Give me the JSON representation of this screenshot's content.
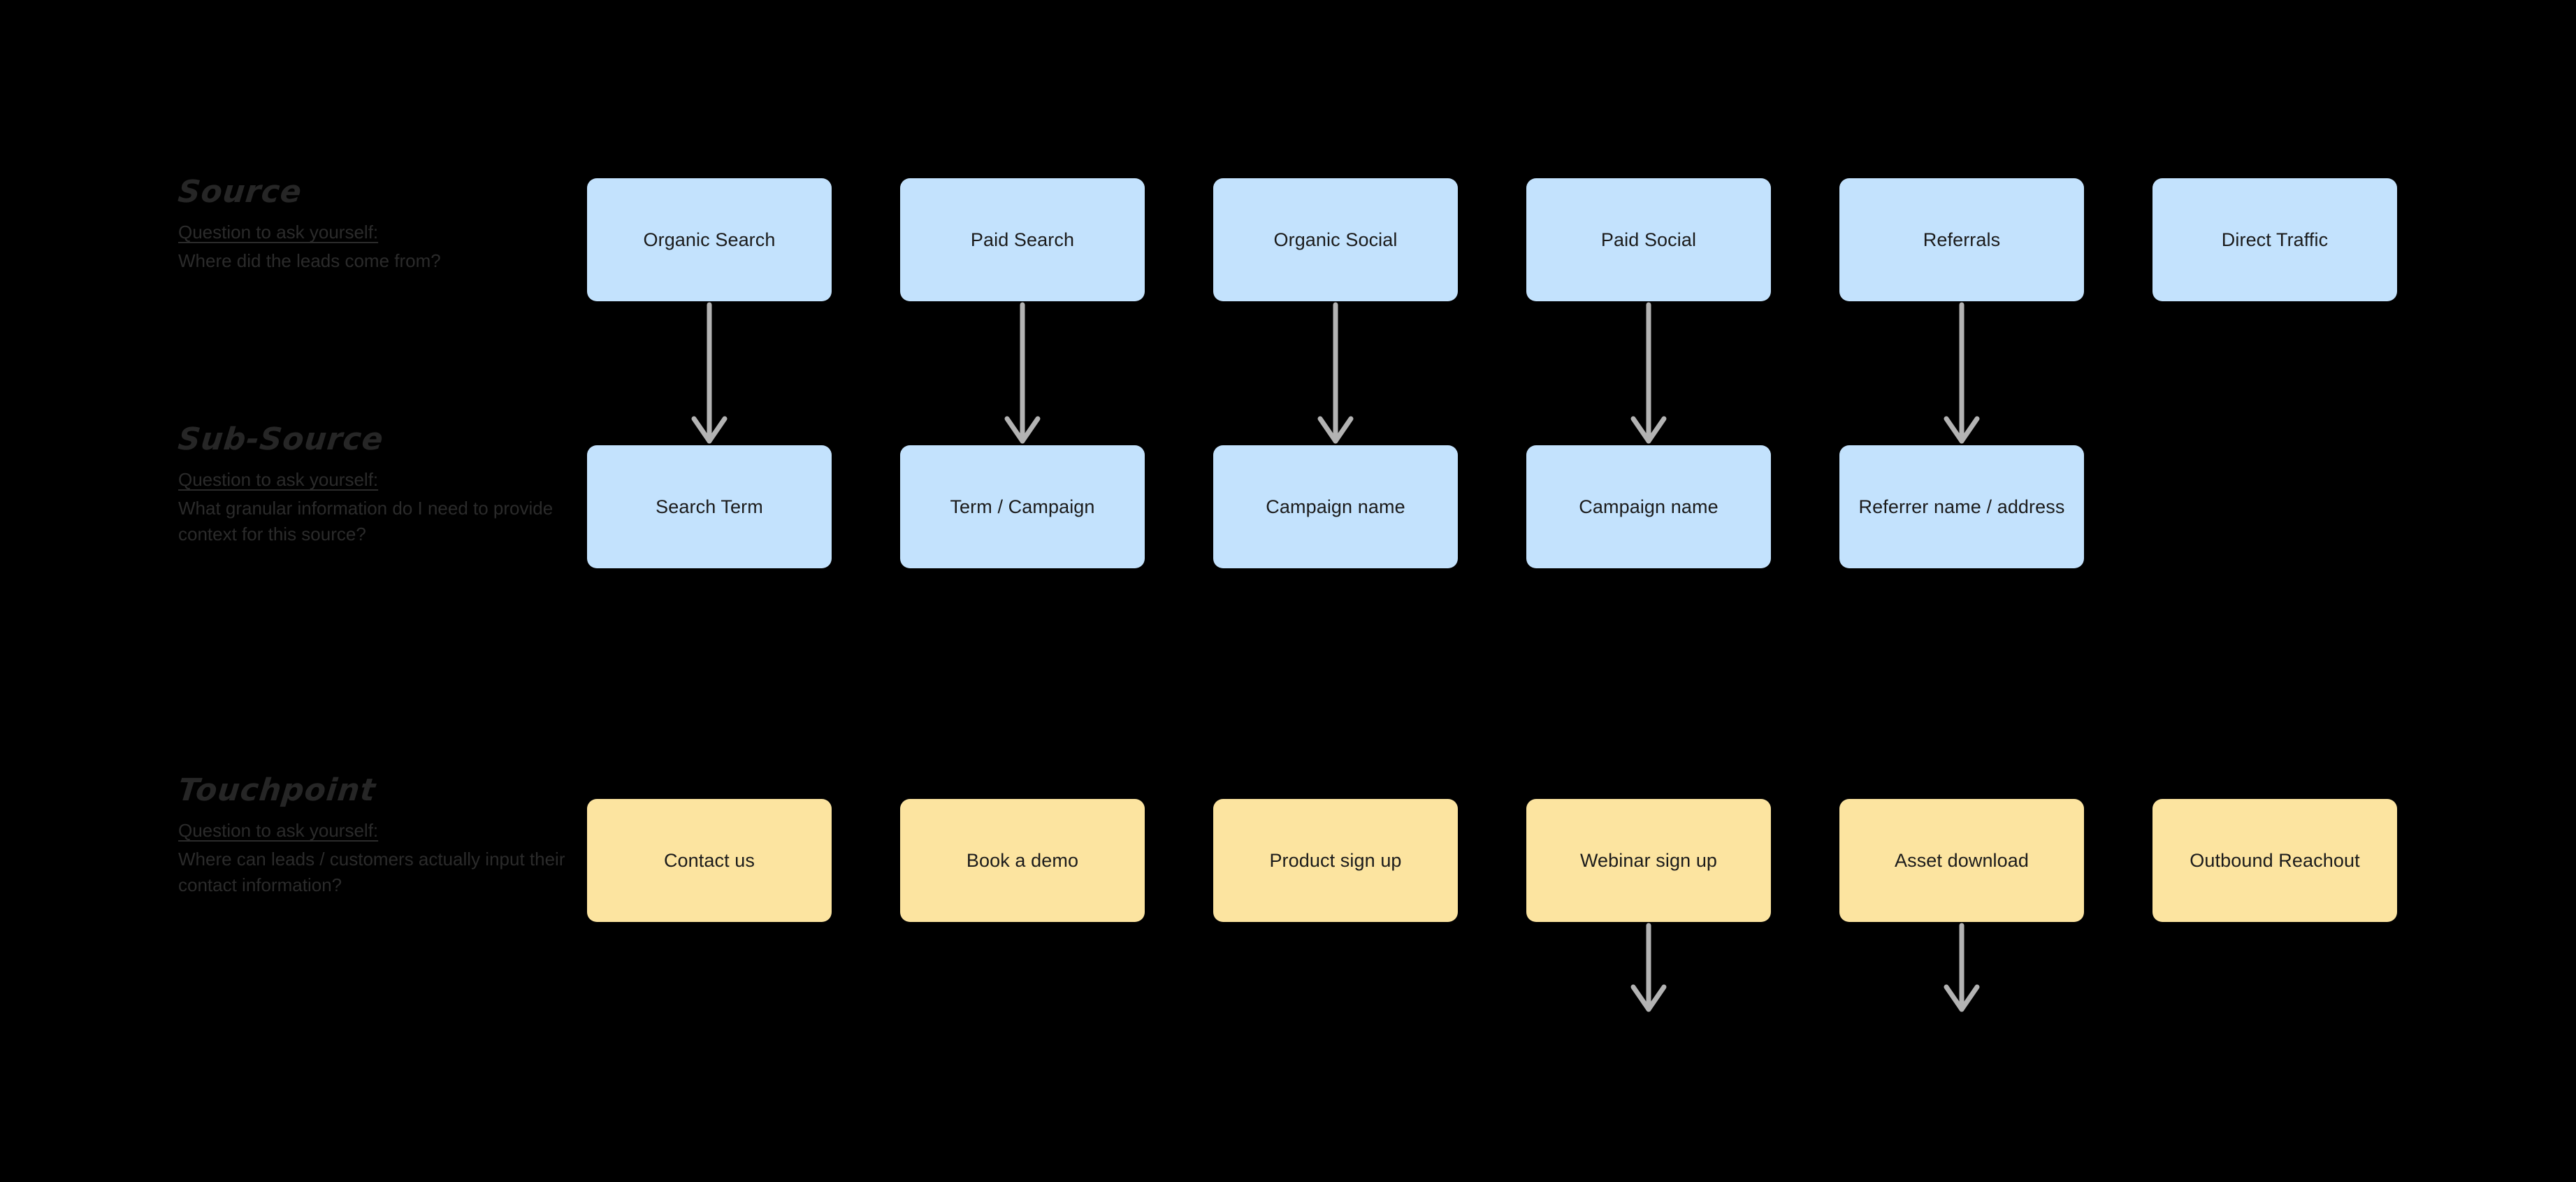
{
  "canvas": {
    "background": "#000000",
    "box_blue": "#c3e2fd",
    "box_yellow": "#fce4a0",
    "arrow_color": "#b3b3b3",
    "label_color": "#2b2b2b",
    "node_text_color": "#1b1b1b"
  },
  "rows": [
    {
      "id": "source",
      "title": "Source",
      "question_heading": "Question to ask yourself:",
      "question_body": "Where did the leads come from?",
      "nodes": [
        {
          "label": "Organic Search",
          "color": "blue"
        },
        {
          "label": "Paid Search",
          "color": "blue"
        },
        {
          "label": "Organic Social",
          "color": "blue"
        },
        {
          "label": "Paid Social",
          "color": "blue"
        },
        {
          "label": "Referrals",
          "color": "blue"
        },
        {
          "label": "Direct Traffic",
          "color": "blue"
        }
      ]
    },
    {
      "id": "sub-source",
      "title": "Sub-Source",
      "question_heading": "Question to ask yourself:",
      "question_body": "What granular information do I need to provide context for this source?",
      "nodes": [
        {
          "label": "Search Term",
          "color": "blue"
        },
        {
          "label": "Term / Campaign",
          "color": "blue"
        },
        {
          "label": "Campaign name",
          "color": "blue"
        },
        {
          "label": "Campaign name",
          "color": "blue"
        },
        {
          "label": "Referrer name / address",
          "color": "blue"
        },
        {
          "label": "",
          "color": "none"
        }
      ]
    },
    {
      "id": "touchpoint",
      "title": "Touchpoint",
      "question_heading": "Question to ask yourself:",
      "question_body": "Where can leads / customers actually input their contact information?",
      "nodes": [
        {
          "label": "Contact us",
          "color": "yellow"
        },
        {
          "label": "Book a demo",
          "color": "yellow"
        },
        {
          "label": "Product sign up",
          "color": "yellow"
        },
        {
          "label": "Webinar sign up",
          "color": "yellow"
        },
        {
          "label": "Asset download",
          "color": "yellow"
        },
        {
          "label": "Outbound Reachout",
          "color": "yellow"
        }
      ]
    }
  ],
  "connectors": [
    {
      "name": "arrow-organic-search-to-search-term",
      "column": 0,
      "from_row": 0,
      "to_row": 1
    },
    {
      "name": "arrow-paid-search-to-term-campaign",
      "column": 1,
      "from_row": 0,
      "to_row": 1
    },
    {
      "name": "arrow-organic-social-to-campaign-name",
      "column": 2,
      "from_row": 0,
      "to_row": 1
    },
    {
      "name": "arrow-paid-social-to-campaign-name",
      "column": 3,
      "from_row": 0,
      "to_row": 1
    },
    {
      "name": "arrow-referrals-to-referrer-name",
      "column": 4,
      "from_row": 0,
      "to_row": 1
    },
    {
      "name": "arrow-webinar-sign-up-down",
      "column": 3,
      "from_row": 2,
      "to_row": 3
    },
    {
      "name": "arrow-asset-download-down",
      "column": 4,
      "from_row": 2,
      "to_row": 3
    }
  ]
}
